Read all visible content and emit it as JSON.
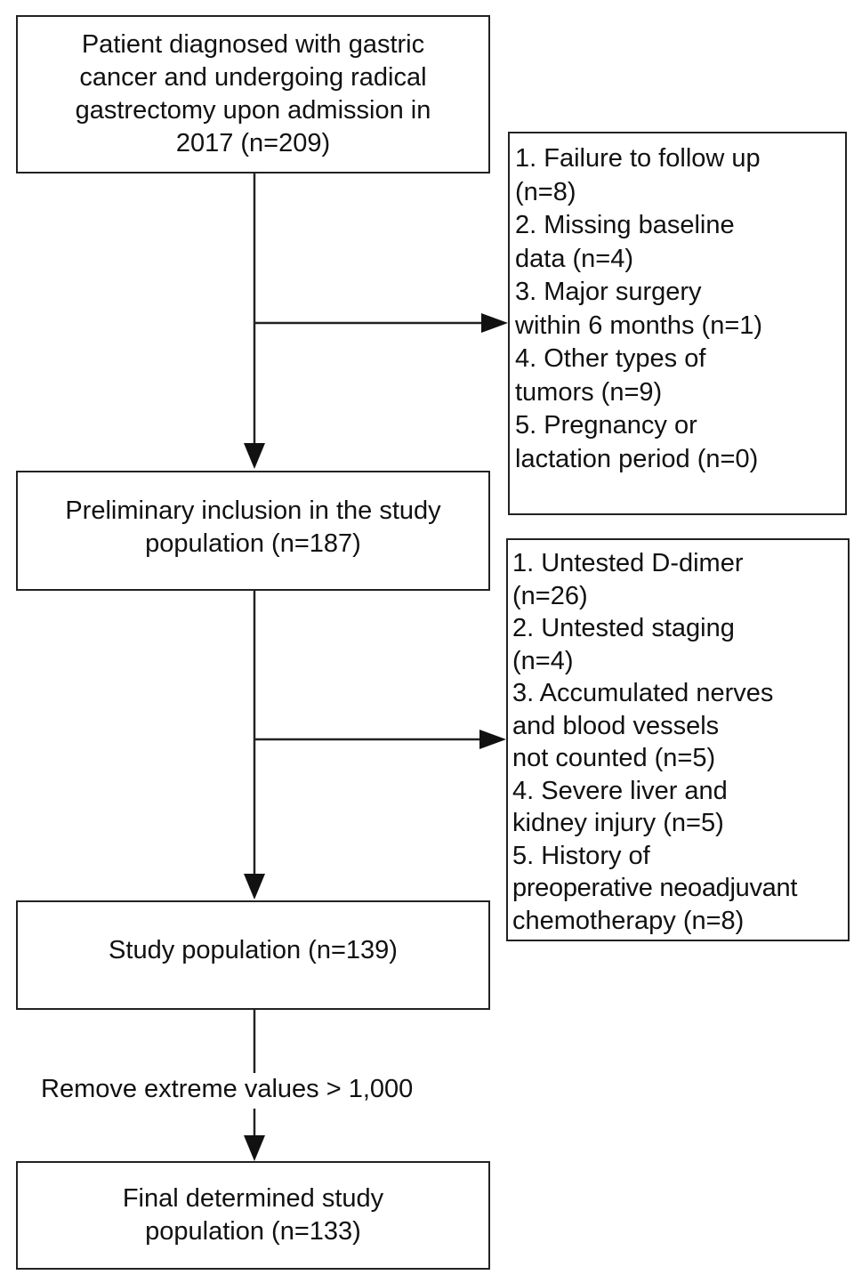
{
  "nodes": {
    "admission": [
      "Patient diagnosed with gastric",
      "cancer and undergoing radical",
      "gastrectomy upon admission in",
      "2017 (n=209)"
    ],
    "preliminary": [
      "Preliminary inclusion in the study",
      "population (n=187)"
    ],
    "study": [
      "Study population (n=139)"
    ],
    "final": [
      "Final determined study",
      "population (n=133)"
    ]
  },
  "exclusions_1": [
    "1. Failure to follow up",
    "(n=8)",
    "2. Missing baseline",
    "data (n=4)",
    "3. Major surgery",
    "within 6 months (n=1)",
    "4. Other types of",
    "tumors (n=9)",
    "5. Pregnancy or",
    "lactation period (n=0)"
  ],
  "exclusions_2": [
    "1. Untested D-dimer",
    "(n=26)",
    "2. Untested staging",
    "(n=4)",
    "3. Accumulated nerves",
    "and blood vessels",
    "not counted (n=5)",
    "4. Severe liver and",
    "kidney injury (n=5)",
    "5. History of",
    "preoperative neoadjuvant",
    "chemotherapy (n=8)"
  ],
  "edge_label": "Remove extreme values > 1,000"
}
